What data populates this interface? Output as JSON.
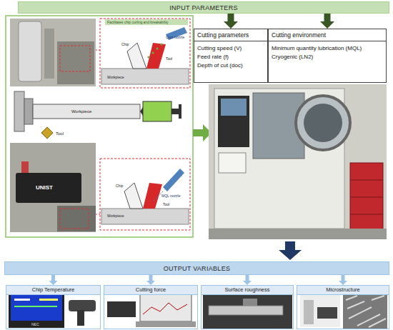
{
  "diagram": {
    "nodes": [
      {
        "text": [
          "INPUT PARAMETERS"
        ]
      },
      {
        "text": [
          "Cutting parameters",
          "Cutting speed (V)",
          "Feed rate (f)",
          "Depth of cut (doc)"
        ]
      },
      {
        "text": [
          "Cutting environment",
          "Minimum quantity lubrication (MQL)",
          "Cryogenic (LN2)"
        ]
      },
      {
        "text": [
          "OUTPUT VARIABLES"
        ]
      },
      {
        "text": [
          "Chip Temperature"
        ]
      },
      {
        "text": [
          "Cutting force"
        ]
      },
      {
        "text": [
          "Surface roughness"
        ]
      },
      {
        "text": [
          "Microstructure"
        ]
      }
    ],
    "edges": [
      {
        "from": 0,
        "to": 1,
        "arrow": "to"
      },
      {
        "from": 0,
        "to": 2,
        "arrow": "to"
      },
      {
        "from": 3,
        "to": 4,
        "arrow": "to"
      },
      {
        "from": 3,
        "to": 5,
        "arrow": "to"
      },
      {
        "from": 3,
        "to": 6,
        "arrow": "to"
      },
      {
        "from": 3,
        "to": 7,
        "arrow": "to"
      }
    ],
    "labels": [
      "Facilitates chip curling and breakability",
      "Cryo nozzle",
      "Chip",
      "Tool",
      "Workpiece",
      "Workpiece",
      "Tool",
      "UNIST",
      "Chip",
      "MQL nozzle",
      "Tool",
      "Workpiece",
      "NEC"
    ]
  }
}
